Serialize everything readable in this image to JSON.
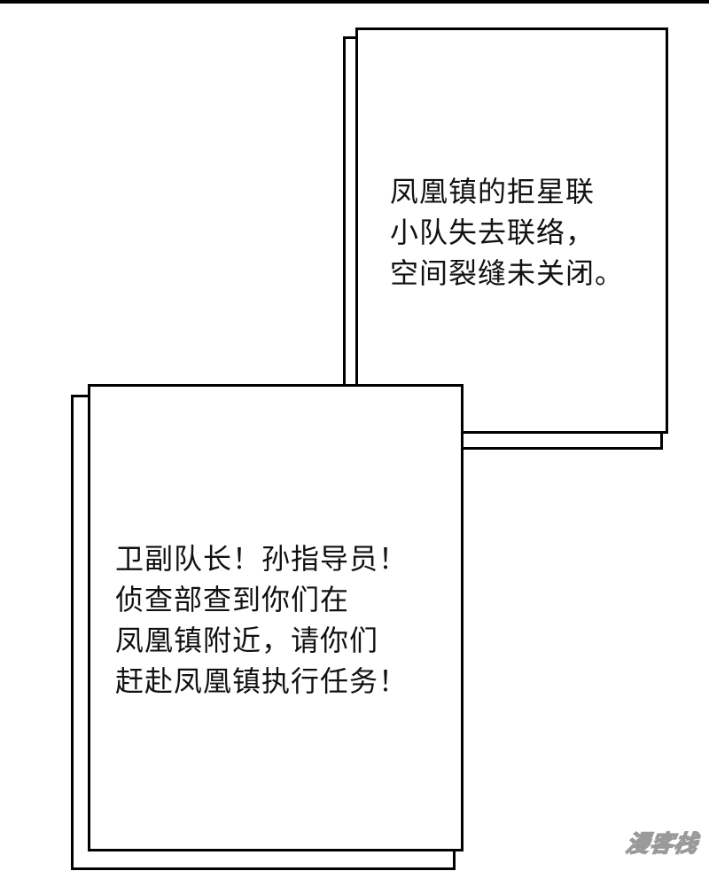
{
  "panel_top": {
    "lines": [
      "凤凰镇的拒星联",
      "小队失去联络，",
      "空间裂缝未关闭。"
    ]
  },
  "panel_bottom": {
    "lines": [
      "卫副队长！孙指导员！",
      "侦查部查到你们在",
      "凤凰镇附近，请你们",
      "赶赴凤凰镇执行任务！"
    ]
  },
  "watermark": {
    "text": "漫客栈"
  }
}
